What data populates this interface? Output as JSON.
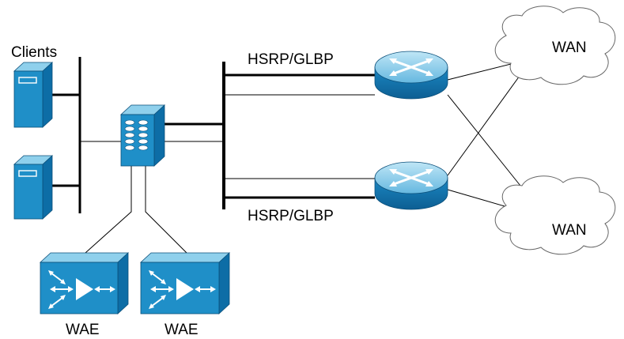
{
  "labels": {
    "clients": "Clients",
    "hsrp_top": "HSRP/GLBP",
    "hsrp_bottom": "HSRP/GLBP",
    "wan_top": "WAN",
    "wan_bottom": "WAN",
    "wae_left": "WAE",
    "wae_right": "WAE"
  },
  "colors": {
    "device_front": "#1f8fc8",
    "device_top": "#8fd0ec",
    "device_side": "#0d6da6",
    "cloud_outline": "#666666",
    "line": "#000000"
  },
  "icons": {
    "clients": "server-tower-icon",
    "switch": "multilayer-switch-icon",
    "routers": "router-icon",
    "wae": "wae-appliance-icon",
    "wan": "cloud-icon"
  }
}
